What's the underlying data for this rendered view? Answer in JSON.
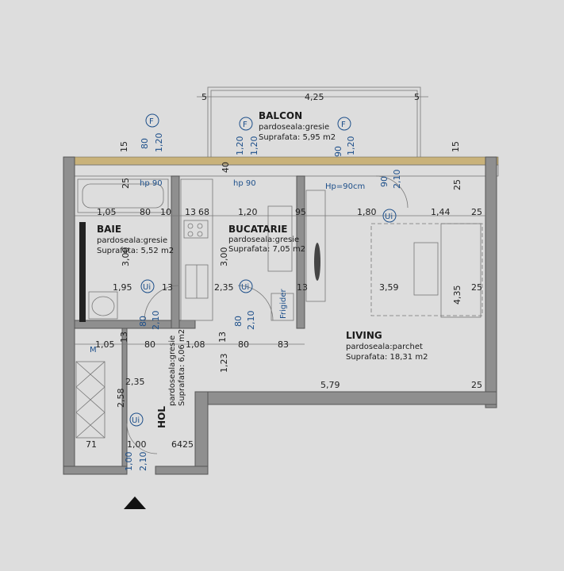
{
  "rooms": {
    "balcon": {
      "name": "BALCON",
      "floor": "pardoseala:gresie",
      "area": "Suprafata: 5,95 m2"
    },
    "baie": {
      "name": "BAIE",
      "floor": "pardoseala:gresie",
      "area": "Suprafata: 5,52 m2"
    },
    "bucatarie": {
      "name": "BUCATARIE",
      "floor": "pardoseala:gresie",
      "area": "Suprafata: 7,05 m2"
    },
    "living": {
      "name": "LIVING",
      "floor": "pardoseala:parchet",
      "area": "Suprafata: 18,31 m2"
    },
    "hol": {
      "name": "HOL",
      "floor": "pardoseala:gresie",
      "area": "Suprafata: 6,06 m2"
    }
  },
  "markers": {
    "window": "F",
    "door": "Ui"
  },
  "labels": {
    "hp90": "hp 90",
    "hp90cm": "Hp=90cm",
    "frigider": "Frigider",
    "m": "M"
  },
  "dims": {
    "top_5_left": "5",
    "top_425": "4,25",
    "top_5_right": "5",
    "h15_left": "15",
    "h15_right": "15",
    "h40": "40",
    "win1_w": "80",
    "win1_h": "1,20",
    "win2_w": "1,20",
    "win2_h": "1,20",
    "win3_w": "90",
    "win3_h": "1,20",
    "door_bal_w": "90",
    "door_bal_h": "2,10",
    "v25_left": "25",
    "v25_right": "25",
    "r1_105": "1,05",
    "r1_80": "80",
    "r1_10": "10",
    "r1_13": "13",
    "r1_68": "68",
    "r1_120": "1,20",
    "r1_95": "95",
    "r1_180": "1,80",
    "r1_144": "1,44",
    "r1_25": "25",
    "v300_baie": "3,00",
    "v300_buc": "3,00",
    "v435": "4,35",
    "r2_195": "1,95",
    "r2_13a": "13",
    "r2_235": "2,35",
    "r2_13b": "13",
    "r2_359": "3,59",
    "r2_25": "25",
    "d_baie_w": "80",
    "d_baie_h": "2,10",
    "d_buc_w": "80",
    "d_buc_h": "2,10",
    "r3_105": "1,05",
    "r3_13a": "13",
    "r3_80a": "80",
    "r3_108": "1,08",
    "r3_13b": "13",
    "r3_80b": "80",
    "r3_83": "83",
    "v123": "1,23",
    "h235": "2,35",
    "h579": "5,79",
    "h25": "25",
    "v258": "2,58",
    "b_71": "71",
    "b_100": "1,00",
    "b_64": "64",
    "b_25": "25",
    "d_hol_w": "1,00",
    "d_hol_h": "2,10"
  }
}
